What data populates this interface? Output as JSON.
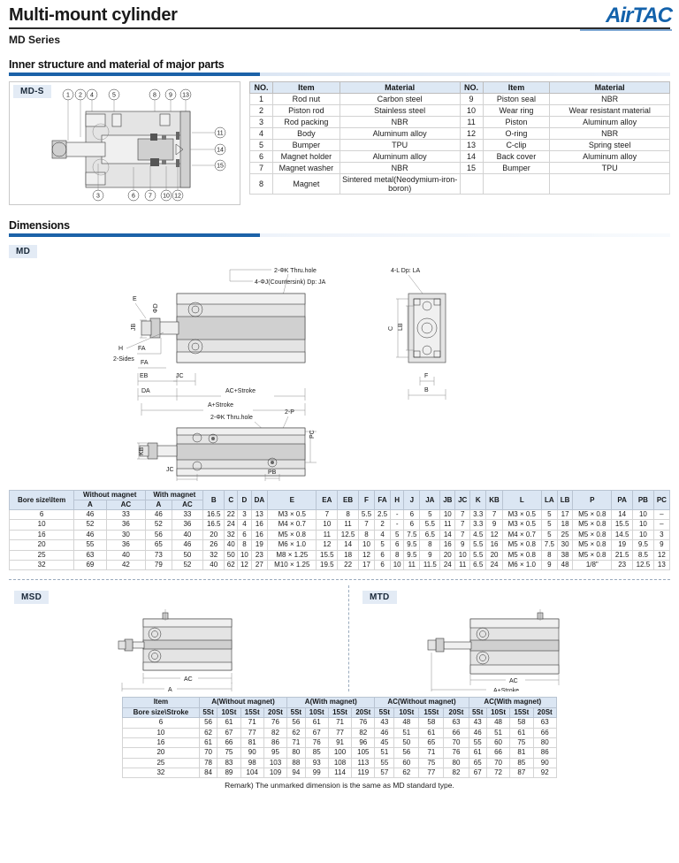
{
  "header": {
    "title": "Multi-mount cylinder",
    "subtitle": "MD Series",
    "brand": "AirTAC"
  },
  "sections": {
    "inner_structure": "Inner structure and material of major parts",
    "dimensions": "Dimensions"
  },
  "tags": {
    "md_s": "MD-S",
    "md": "MD",
    "msd": "MSD",
    "mtd": "MTD"
  },
  "structure_callouts": {
    "top": [
      "1",
      "2",
      "4",
      "5",
      "8",
      "9",
      "13"
    ],
    "right": [
      "11",
      "14",
      "15"
    ],
    "bottom": [
      "3",
      "6",
      "7",
      "10",
      "12"
    ]
  },
  "material_table": {
    "headers": [
      "NO.",
      "Item",
      "Material",
      "NO.",
      "Item",
      "Material"
    ],
    "rows": [
      [
        "1",
        "Rod nut",
        "Carbon steel",
        "9",
        "Piston seal",
        "NBR"
      ],
      [
        "2",
        "Piston rod",
        "Stainless steel",
        "10",
        "Wear ring",
        "Wear resistant material"
      ],
      [
        "3",
        "Rod packing",
        "NBR",
        "11",
        "Piston",
        "Aluminum alloy"
      ],
      [
        "4",
        "Body",
        "Aluminum alloy",
        "12",
        "O-ring",
        "NBR"
      ],
      [
        "5",
        "Bumper",
        "TPU",
        "13",
        "C-clip",
        "Spring steel"
      ],
      [
        "6",
        "Magnet holder",
        "Aluminum alloy",
        "14",
        "Back cover",
        "Aluminum alloy"
      ],
      [
        "7",
        "Magnet washer",
        "NBR",
        "15",
        "Bumper",
        "TPU"
      ],
      [
        "8",
        "Magnet",
        "Sintered metal(Neodymium-iron-boron)",
        "",
        "",
        ""
      ]
    ]
  },
  "drawing_labels": {
    "thru_hole": "2-ΦK Thru.hole",
    "countersink": "4-ΦJ(Countersink) Dp: JA",
    "four_l": "4-L Dp: LA",
    "two_p": "2-P",
    "two_sides": "2-Sides",
    "e": "E",
    "h": "H",
    "fa": "FA",
    "eb": "EB",
    "da": "DA",
    "jb": "JB",
    "jc": "JC",
    "phi_d": "ΦD",
    "ac_stroke": "AC+Stroke",
    "a_stroke": "A+Stroke",
    "c": "C",
    "lb": "LB",
    "f": "F",
    "b": "B",
    "kb": "KB",
    "pa": "PA",
    "pb": "PB",
    "pc": "PC",
    "ac": "AC",
    "a": "A"
  },
  "dimensions_table": {
    "col_bore": "Bore size\\Item",
    "group_without": "Without magnet",
    "group_with": "With magnet",
    "sub_a": "A",
    "sub_ac": "AC",
    "headers": [
      "B",
      "C",
      "D",
      "DA",
      "E",
      "EA",
      "EB",
      "F",
      "FA",
      "H",
      "J",
      "JA",
      "JB",
      "JC",
      "K",
      "KB",
      "L",
      "LA",
      "LB",
      "P",
      "PA",
      "PB",
      "PC"
    ],
    "rows": [
      {
        "bore": "6",
        "wo_a": "46",
        "wo_ac": "33",
        "w_a": "46",
        "w_ac": "33",
        "vals": [
          "16.5",
          "22",
          "3",
          "13",
          "M3 × 0.5",
          "7",
          "8",
          "5.5",
          "2.5",
          "-",
          "6",
          "5",
          "10",
          "7",
          "3.3",
          "7",
          "M3 × 0.5",
          "5",
          "17",
          "M5 × 0.8",
          "14",
          "10",
          "–"
        ]
      },
      {
        "bore": "10",
        "wo_a": "52",
        "wo_ac": "36",
        "w_a": "52",
        "w_ac": "36",
        "vals": [
          "16.5",
          "24",
          "4",
          "16",
          "M4 × 0.7",
          "10",
          "11",
          "7",
          "2",
          "-",
          "6",
          "5.5",
          "11",
          "7",
          "3.3",
          "9",
          "M3 × 0.5",
          "5",
          "18",
          "M5 × 0.8",
          "15.5",
          "10",
          "–"
        ]
      },
      {
        "bore": "16",
        "wo_a": "46",
        "wo_ac": "30",
        "w_a": "56",
        "w_ac": "40",
        "vals": [
          "20",
          "32",
          "6",
          "16",
          "M5 × 0.8",
          "11",
          "12.5",
          "8",
          "4",
          "5",
          "7.5",
          "6.5",
          "14",
          "7",
          "4.5",
          "12",
          "M4 × 0.7",
          "5",
          "25",
          "M5 × 0.8",
          "14.5",
          "10",
          "3"
        ]
      },
      {
        "bore": "20",
        "wo_a": "55",
        "wo_ac": "36",
        "w_a": "65",
        "w_ac": "46",
        "vals": [
          "26",
          "40",
          "8",
          "19",
          "M6 × 1.0",
          "12",
          "14",
          "10",
          "5",
          "6",
          "9.5",
          "8",
          "16",
          "9",
          "5.5",
          "16",
          "M5 × 0.8",
          "7.5",
          "30",
          "M5 × 0.8",
          "19",
          "9.5",
          "9"
        ]
      },
      {
        "bore": "25",
        "wo_a": "63",
        "wo_ac": "40",
        "w_a": "73",
        "w_ac": "50",
        "vals": [
          "32",
          "50",
          "10",
          "23",
          "M8 × 1.25",
          "15.5",
          "18",
          "12",
          "6",
          "8",
          "9.5",
          "9",
          "20",
          "10",
          "5.5",
          "20",
          "M5 × 0.8",
          "8",
          "38",
          "M5 × 0.8",
          "21.5",
          "8.5",
          "12"
        ]
      },
      {
        "bore": "32",
        "wo_a": "69",
        "wo_ac": "42",
        "w_a": "79",
        "w_ac": "52",
        "vals": [
          "40",
          "62",
          "12",
          "27",
          "M10 × 1.25",
          "19.5",
          "22",
          "17",
          "6",
          "10",
          "11",
          "11.5",
          "24",
          "11",
          "6.5",
          "24",
          "M6 × 1.0",
          "9",
          "48",
          "1/8\"",
          "23",
          "12.5",
          "13"
        ]
      }
    ]
  },
  "stroke_table": {
    "row_item": "Item",
    "col_bore_stroke": "Bore size\\Stroke",
    "groups": [
      "A(Without magnet)",
      "A(With magnet)",
      "AC(Without magnet)",
      "AC(With magnet)"
    ],
    "strokes": [
      "5St",
      "10St",
      "15St",
      "20St"
    ],
    "rows": [
      {
        "bore": "6",
        "vals": [
          "56",
          "61",
          "71",
          "76",
          "56",
          "61",
          "71",
          "76",
          "43",
          "48",
          "58",
          "63",
          "43",
          "48",
          "58",
          "63"
        ]
      },
      {
        "bore": "10",
        "vals": [
          "62",
          "67",
          "77",
          "82",
          "62",
          "67",
          "77",
          "82",
          "46",
          "51",
          "61",
          "66",
          "46",
          "51",
          "61",
          "66"
        ]
      },
      {
        "bore": "16",
        "vals": [
          "61",
          "66",
          "81",
          "86",
          "71",
          "76",
          "91",
          "96",
          "45",
          "50",
          "65",
          "70",
          "55",
          "60",
          "75",
          "80"
        ]
      },
      {
        "bore": "20",
        "vals": [
          "70",
          "75",
          "90",
          "95",
          "80",
          "85",
          "100",
          "105",
          "51",
          "56",
          "71",
          "76",
          "61",
          "66",
          "81",
          "86"
        ]
      },
      {
        "bore": "25",
        "vals": [
          "78",
          "83",
          "98",
          "103",
          "88",
          "93",
          "108",
          "113",
          "55",
          "60",
          "75",
          "80",
          "65",
          "70",
          "85",
          "90"
        ]
      },
      {
        "bore": "32",
        "vals": [
          "84",
          "89",
          "104",
          "109",
          "94",
          "99",
          "114",
          "119",
          "57",
          "62",
          "77",
          "82",
          "67",
          "72",
          "87",
          "92"
        ]
      }
    ]
  },
  "remark": "Remark) The unmarked dimension is the same as MD standard type."
}
